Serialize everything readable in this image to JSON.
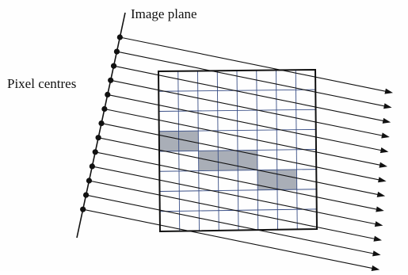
{
  "labels": {
    "image_plane": "Image plane",
    "pixel_centres": "Pixel centres"
  },
  "diagram": {
    "grid_rows": 8,
    "grid_cols": 8,
    "ray_count": 13,
    "shaded_cells": [
      {
        "row": 3,
        "col": 0
      },
      {
        "row": 3,
        "col": 1
      },
      {
        "row": 4,
        "col": 2
      },
      {
        "row": 4,
        "col": 3
      },
      {
        "row": 4,
        "col": 4
      },
      {
        "row": 5,
        "col": 5
      },
      {
        "row": 5,
        "col": 6
      }
    ],
    "colors": {
      "ink": "#111111",
      "grid": "#3a4f86",
      "shade": "#a9aeb7"
    }
  }
}
